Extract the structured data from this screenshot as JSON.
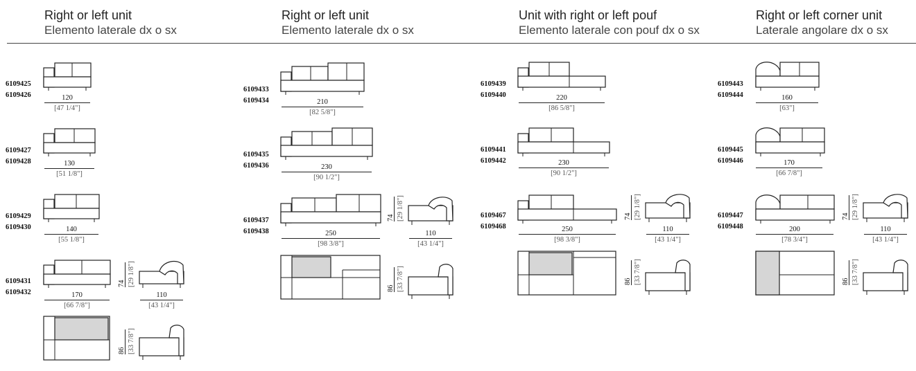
{
  "columns": [
    {
      "title": "Right or left unit",
      "subtitle": "Elemento laterale dx o sx",
      "items": [
        {
          "codes": [
            "6109425",
            "6109426"
          ],
          "width_cm": "120",
          "width_in": "[47 1/4\"]"
        },
        {
          "codes": [
            "6109427",
            "6109428"
          ],
          "width_cm": "130",
          "width_in": "[51 1/8\"]"
        },
        {
          "codes": [
            "6109429",
            "6109430"
          ],
          "width_cm": "140",
          "width_in": "[55 1/8\"]"
        },
        {
          "codes": [
            "6109431",
            "6109432"
          ],
          "width_cm": "170",
          "width_in": "[66 7/8\"]",
          "height_cm": "74",
          "height_in": "[29 1/8\"]",
          "side_cm": "110",
          "side_in": "[43 1/4\"]",
          "seat_cm": "86",
          "seat_in": "[33 7/8\"]"
        }
      ]
    },
    {
      "title": "Right or left unit",
      "subtitle": "Elemento laterale dx o sx",
      "items": [
        {
          "codes": [
            "6109433",
            "6109434"
          ],
          "width_cm": "210",
          "width_in": "[82 5/8\"]"
        },
        {
          "codes": [
            "6109435",
            "6109436"
          ],
          "width_cm": "230",
          "width_in": "[90 1/2\"]"
        },
        {
          "codes": [
            "6109437",
            "6109438"
          ],
          "width_cm": "250",
          "width_in": "[98 3/8\"]",
          "height_cm": "74",
          "height_in": "[29 1/8\"]",
          "side_cm": "110",
          "side_in": "[43 1/4\"]",
          "seat_cm": "86",
          "seat_in": "[33 7/8\"]"
        }
      ]
    },
    {
      "title": "Unit with right or left pouf",
      "subtitle": "Elemento laterale con pouf dx o sx",
      "items": [
        {
          "codes": [
            "6109439",
            "6109440"
          ],
          "width_cm": "220",
          "width_in": "[86 5/8\"]"
        },
        {
          "codes": [
            "6109441",
            "6109442"
          ],
          "width_cm": "230",
          "width_in": "[90 1/2\"]"
        },
        {
          "codes": [
            "6109467",
            "6109468"
          ],
          "width_cm": "250",
          "width_in": "[98 3/8\"]",
          "height_cm": "74",
          "height_in": "[29 1/8\"]",
          "side_cm": "110",
          "side_in": "[43 1/4\"]",
          "seat_cm": "86",
          "seat_in": "[33 7/8\"]"
        }
      ]
    },
    {
      "title": "Right or left corner unit",
      "subtitle": "Laterale angolare dx o sx",
      "items": [
        {
          "codes": [
            "6109443",
            "6109444"
          ],
          "width_cm": "160",
          "width_in": "[63\"]"
        },
        {
          "codes": [
            "6109445",
            "6109446"
          ],
          "width_cm": "170",
          "width_in": "[66 7/8\"]"
        },
        {
          "codes": [
            "6109447",
            "6109448"
          ],
          "width_cm": "200",
          "width_in": "[78 3/4\"]",
          "height_cm": "74",
          "height_in": "[29 1/8\"]",
          "side_cm": "110",
          "side_in": "[43 1/4\"]",
          "seat_cm": "86",
          "seat_in": "[33 7/8\"]"
        }
      ]
    }
  ]
}
